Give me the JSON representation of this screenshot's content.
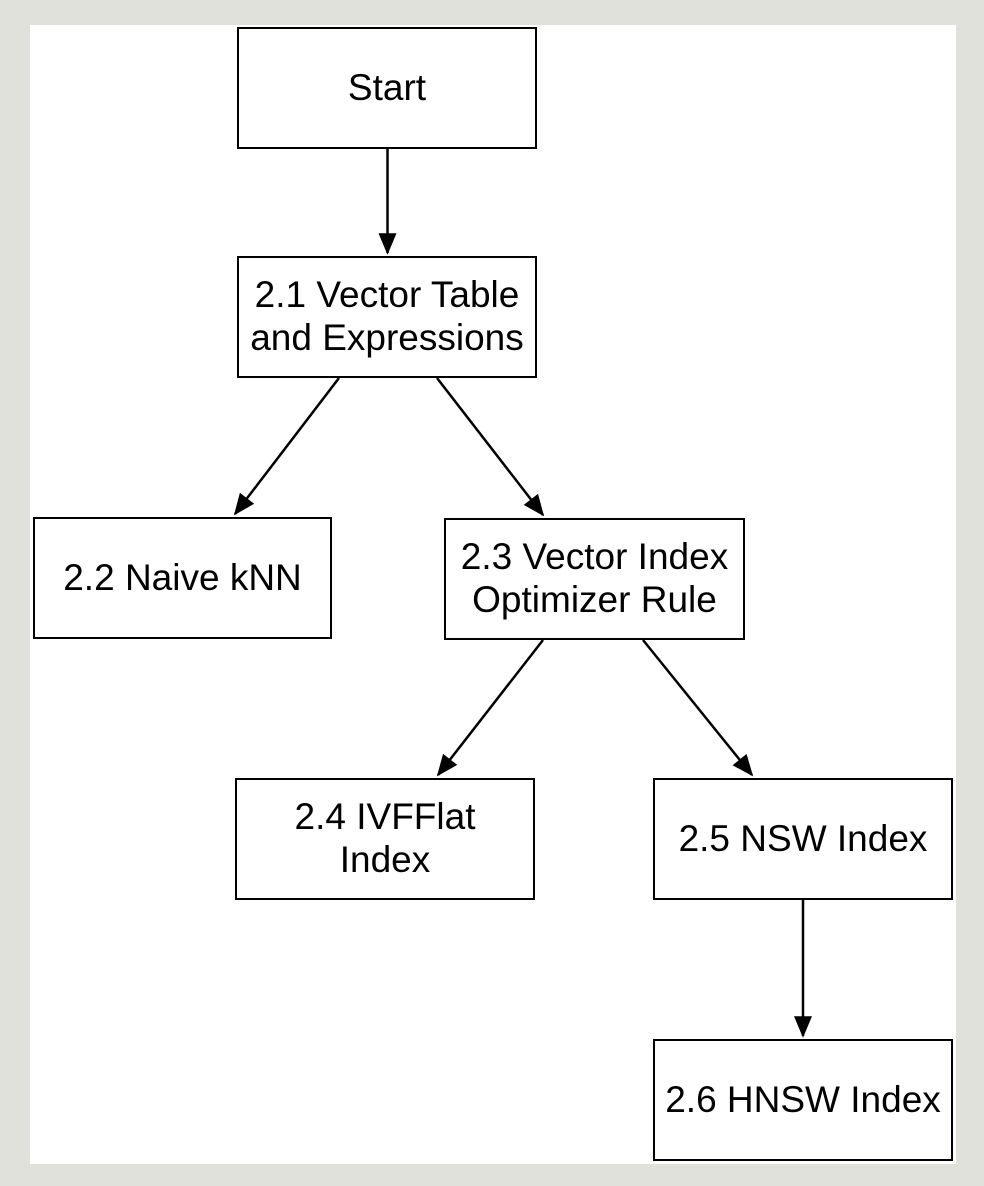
{
  "diagram": {
    "type": "flowchart",
    "nodes": {
      "start": {
        "label": "Start"
      },
      "n21": {
        "label": "2.1 Vector Table and Expressions"
      },
      "n22": {
        "label": "2.2 Naive kNN"
      },
      "n23": {
        "label": "2.3 Vector Index Optimizer Rule"
      },
      "n24": {
        "label": "2.4 IVFFlat Index"
      },
      "n25": {
        "label": "2.5 NSW Index"
      },
      "n26": {
        "label": "2.6 HNSW Index"
      }
    },
    "edges": [
      {
        "from": "Start",
        "to": "2.1 Vector Table and Expressions"
      },
      {
        "from": "2.1 Vector Table and Expressions",
        "to": "2.2 Naive kNN"
      },
      {
        "from": "2.1 Vector Table and Expressions",
        "to": "2.3 Vector Index Optimizer Rule"
      },
      {
        "from": "2.3 Vector Index Optimizer Rule",
        "to": "2.4 IVFFlat Index"
      },
      {
        "from": "2.3 Vector Index Optimizer Rule",
        "to": "2.5 NSW Index"
      },
      {
        "from": "2.5 NSW Index",
        "to": "2.6 HNSW Index"
      }
    ],
    "colors": {
      "page_background": "#e1e1dc",
      "canvas_background": "#ffffff",
      "node_fill": "#ffffff",
      "node_border": "#000000",
      "text": "#000000",
      "arrow": "#000000"
    }
  }
}
